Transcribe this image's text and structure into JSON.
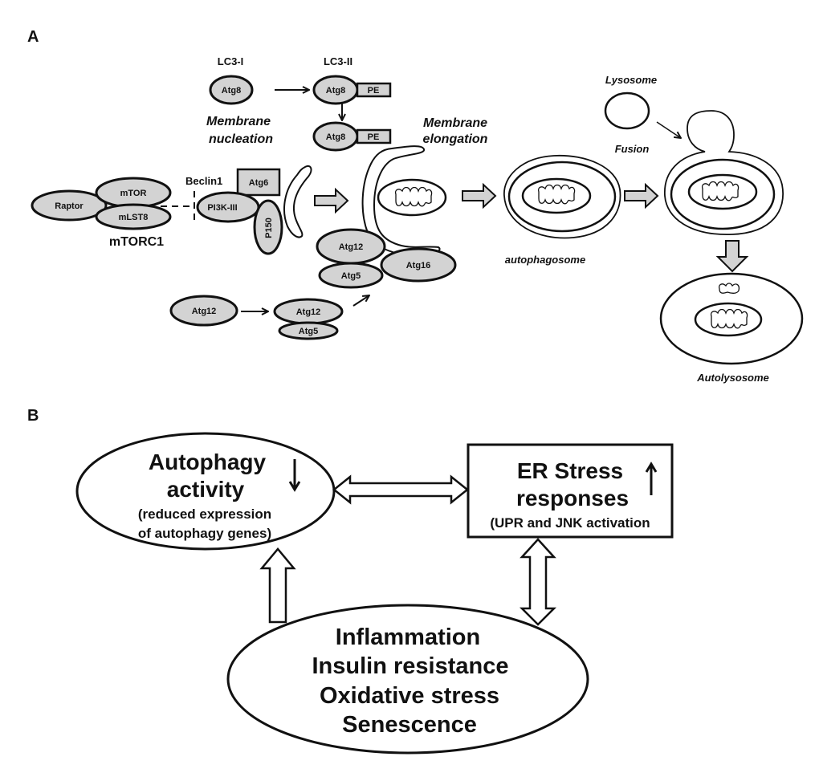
{
  "figure": {
    "panel_a": {
      "label": "A",
      "lc3": {
        "lc3_i_label": "LC3-I",
        "lc3_ii_label": "LC3-II",
        "atg8_a": "Atg8",
        "atg8_b": "Atg8",
        "atg8_c": "Atg8",
        "pe_a": "PE",
        "pe_b": "PE"
      },
      "membrane_nucleation": [
        "Membrane",
        "nucleation"
      ],
      "membrane_elongation": [
        "Membrane",
        "elongation"
      ],
      "mtorc1": {
        "label": "mTORC1",
        "raptor": "Raptor",
        "mtor": "mTOR",
        "mlst8": "mLST8"
      },
      "beclin": {
        "label": "Beclin1",
        "atg6": "Atg6",
        "pi3k": "PI3K-III",
        "p150": "P150"
      },
      "conjugation": {
        "atg12_free": "Atg12",
        "atg12_conj": "Atg12",
        "atg5_conj": "Atg5",
        "atg12_complex": "Atg12",
        "atg5_complex": "Atg5",
        "atg16_complex": "Atg16"
      },
      "lysosome_label": "Lysosome",
      "fusion_label": "Fusion",
      "autophagosome_label": "autophagosome",
      "autolysosome_label": "Autolysosome"
    },
    "panel_b": {
      "label": "B",
      "autophagy": {
        "title_lines": [
          "Autophagy",
          "activity"
        ],
        "sub_lines": [
          "(reduced expression",
          "of autophagy genes)"
        ],
        "trend": "down"
      },
      "er_stress": {
        "title_lines": [
          "ER Stress",
          "responses"
        ],
        "sub_line": "(UPR and JNK activation",
        "trend": "up"
      },
      "conditions": [
        "Inflammation",
        "Insulin resistance",
        "Oxidative stress",
        "Senescence"
      ]
    }
  }
}
